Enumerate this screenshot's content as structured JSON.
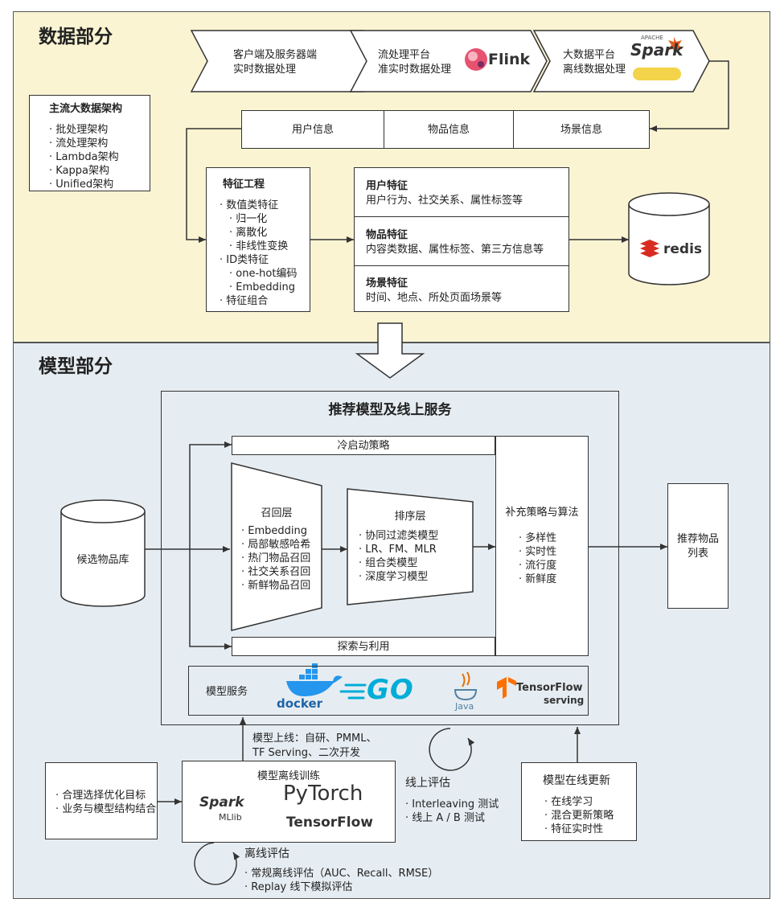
{
  "sections": {
    "data_title": "数据部分",
    "model_title": "模型部分"
  },
  "pipeline": [
    {
      "line1": "客户端及服务器端",
      "line2": "实时数据处理"
    },
    {
      "line1": "流处理平台",
      "line2": "准实时数据处理",
      "logo": "Flink"
    },
    {
      "line1": "大数据平台",
      "line2": "离线数据处理",
      "logo": "Spark",
      "logo_small": "APACHE"
    }
  ],
  "architectures": {
    "title": "主流大数据架构",
    "items": [
      "批处理架构",
      "流处理架构",
      "Lambda架构",
      "Kappa架构",
      "Unified架构"
    ]
  },
  "info_row": [
    "用户信息",
    "物品信息",
    "场景信息"
  ],
  "feature_engineering": {
    "title": "特征工程",
    "items": [
      {
        "text": "数值类特征",
        "level": 0
      },
      {
        "text": "归一化",
        "level": 1
      },
      {
        "text": "离散化",
        "level": 1
      },
      {
        "text": "非线性变换",
        "level": 1
      },
      {
        "text": "ID类特征",
        "level": 0
      },
      {
        "text": "one-hot编码",
        "level": 1
      },
      {
        "text": "Embedding",
        "level": 1
      },
      {
        "text": "特征组合",
        "level": 0
      }
    ]
  },
  "features": [
    {
      "title": "用户特征",
      "desc": "用户行为、社交关系、属性标签等"
    },
    {
      "title": "物品特征",
      "desc": "内容类数据、属性标签、第三方信息等"
    },
    {
      "title": "场景特征",
      "desc": "时间、地点、所处页面场景等"
    }
  ],
  "redis": {
    "label": "redis"
  },
  "service": {
    "title": "推荐模型及线上服务",
    "cold_start": "冷启动策略",
    "explore": "探索与利用",
    "recall": {
      "title": "召回层",
      "items": [
        "Embedding",
        "局部敏感哈希",
        "热门物品召回",
        "社交关系召回",
        "新鲜物品召回"
      ]
    },
    "ranking": {
      "title": "排序层",
      "items": [
        "协同过滤类模型",
        "LR、FM、MLR",
        "组合类模型",
        "深度学习模型"
      ]
    },
    "supplement": {
      "title": "补充策略与算法",
      "items": [
        "多样性",
        "实时性",
        "流行度",
        "新鲜度"
      ]
    },
    "model_serving": {
      "label": "模型服务",
      "logos": {
        "docker": "docker",
        "go": "GO",
        "java": "Java",
        "tf": "TensorFlow",
        "tf_sub": "serving"
      }
    }
  },
  "candidate_db": "候选物品库",
  "result_list": {
    "line1": "推荐物品",
    "line2": "列表"
  },
  "deploy": {
    "line1": "模型上线：自研、PMML、",
    "line2": "TF Serving、二次开发"
  },
  "goals": {
    "items": [
      "合理选择优化目标",
      "业务与模型结构结合"
    ]
  },
  "offline_training": {
    "title": "模型离线训练",
    "logos": {
      "spark": "Spark",
      "mllib": "MLlib",
      "pytorch": "PyTorch",
      "tensorflow": "TensorFlow"
    }
  },
  "online_eval": {
    "title": "线上评估",
    "items": [
      "Interleaving 测试",
      "线上 A / B 测试"
    ]
  },
  "offline_eval": {
    "title": "离线评估",
    "items": [
      "常规离线评估（AUC、Recall、RMSE）",
      "Replay 线下模拟评估"
    ]
  },
  "online_update": {
    "title": "模型在线更新",
    "items": [
      "在线学习",
      "混合更新策略",
      "特征实时性"
    ]
  },
  "colors": {
    "data_bg": "#faf4d3",
    "model_bg": "#e6edf2",
    "flink": "#e6526f",
    "spark": "#e25a1c",
    "docker": "#2496ed",
    "go": "#00add8",
    "java": "#e76f00",
    "tensorflow": "#ff6f00",
    "redis": "#d82c20"
  }
}
